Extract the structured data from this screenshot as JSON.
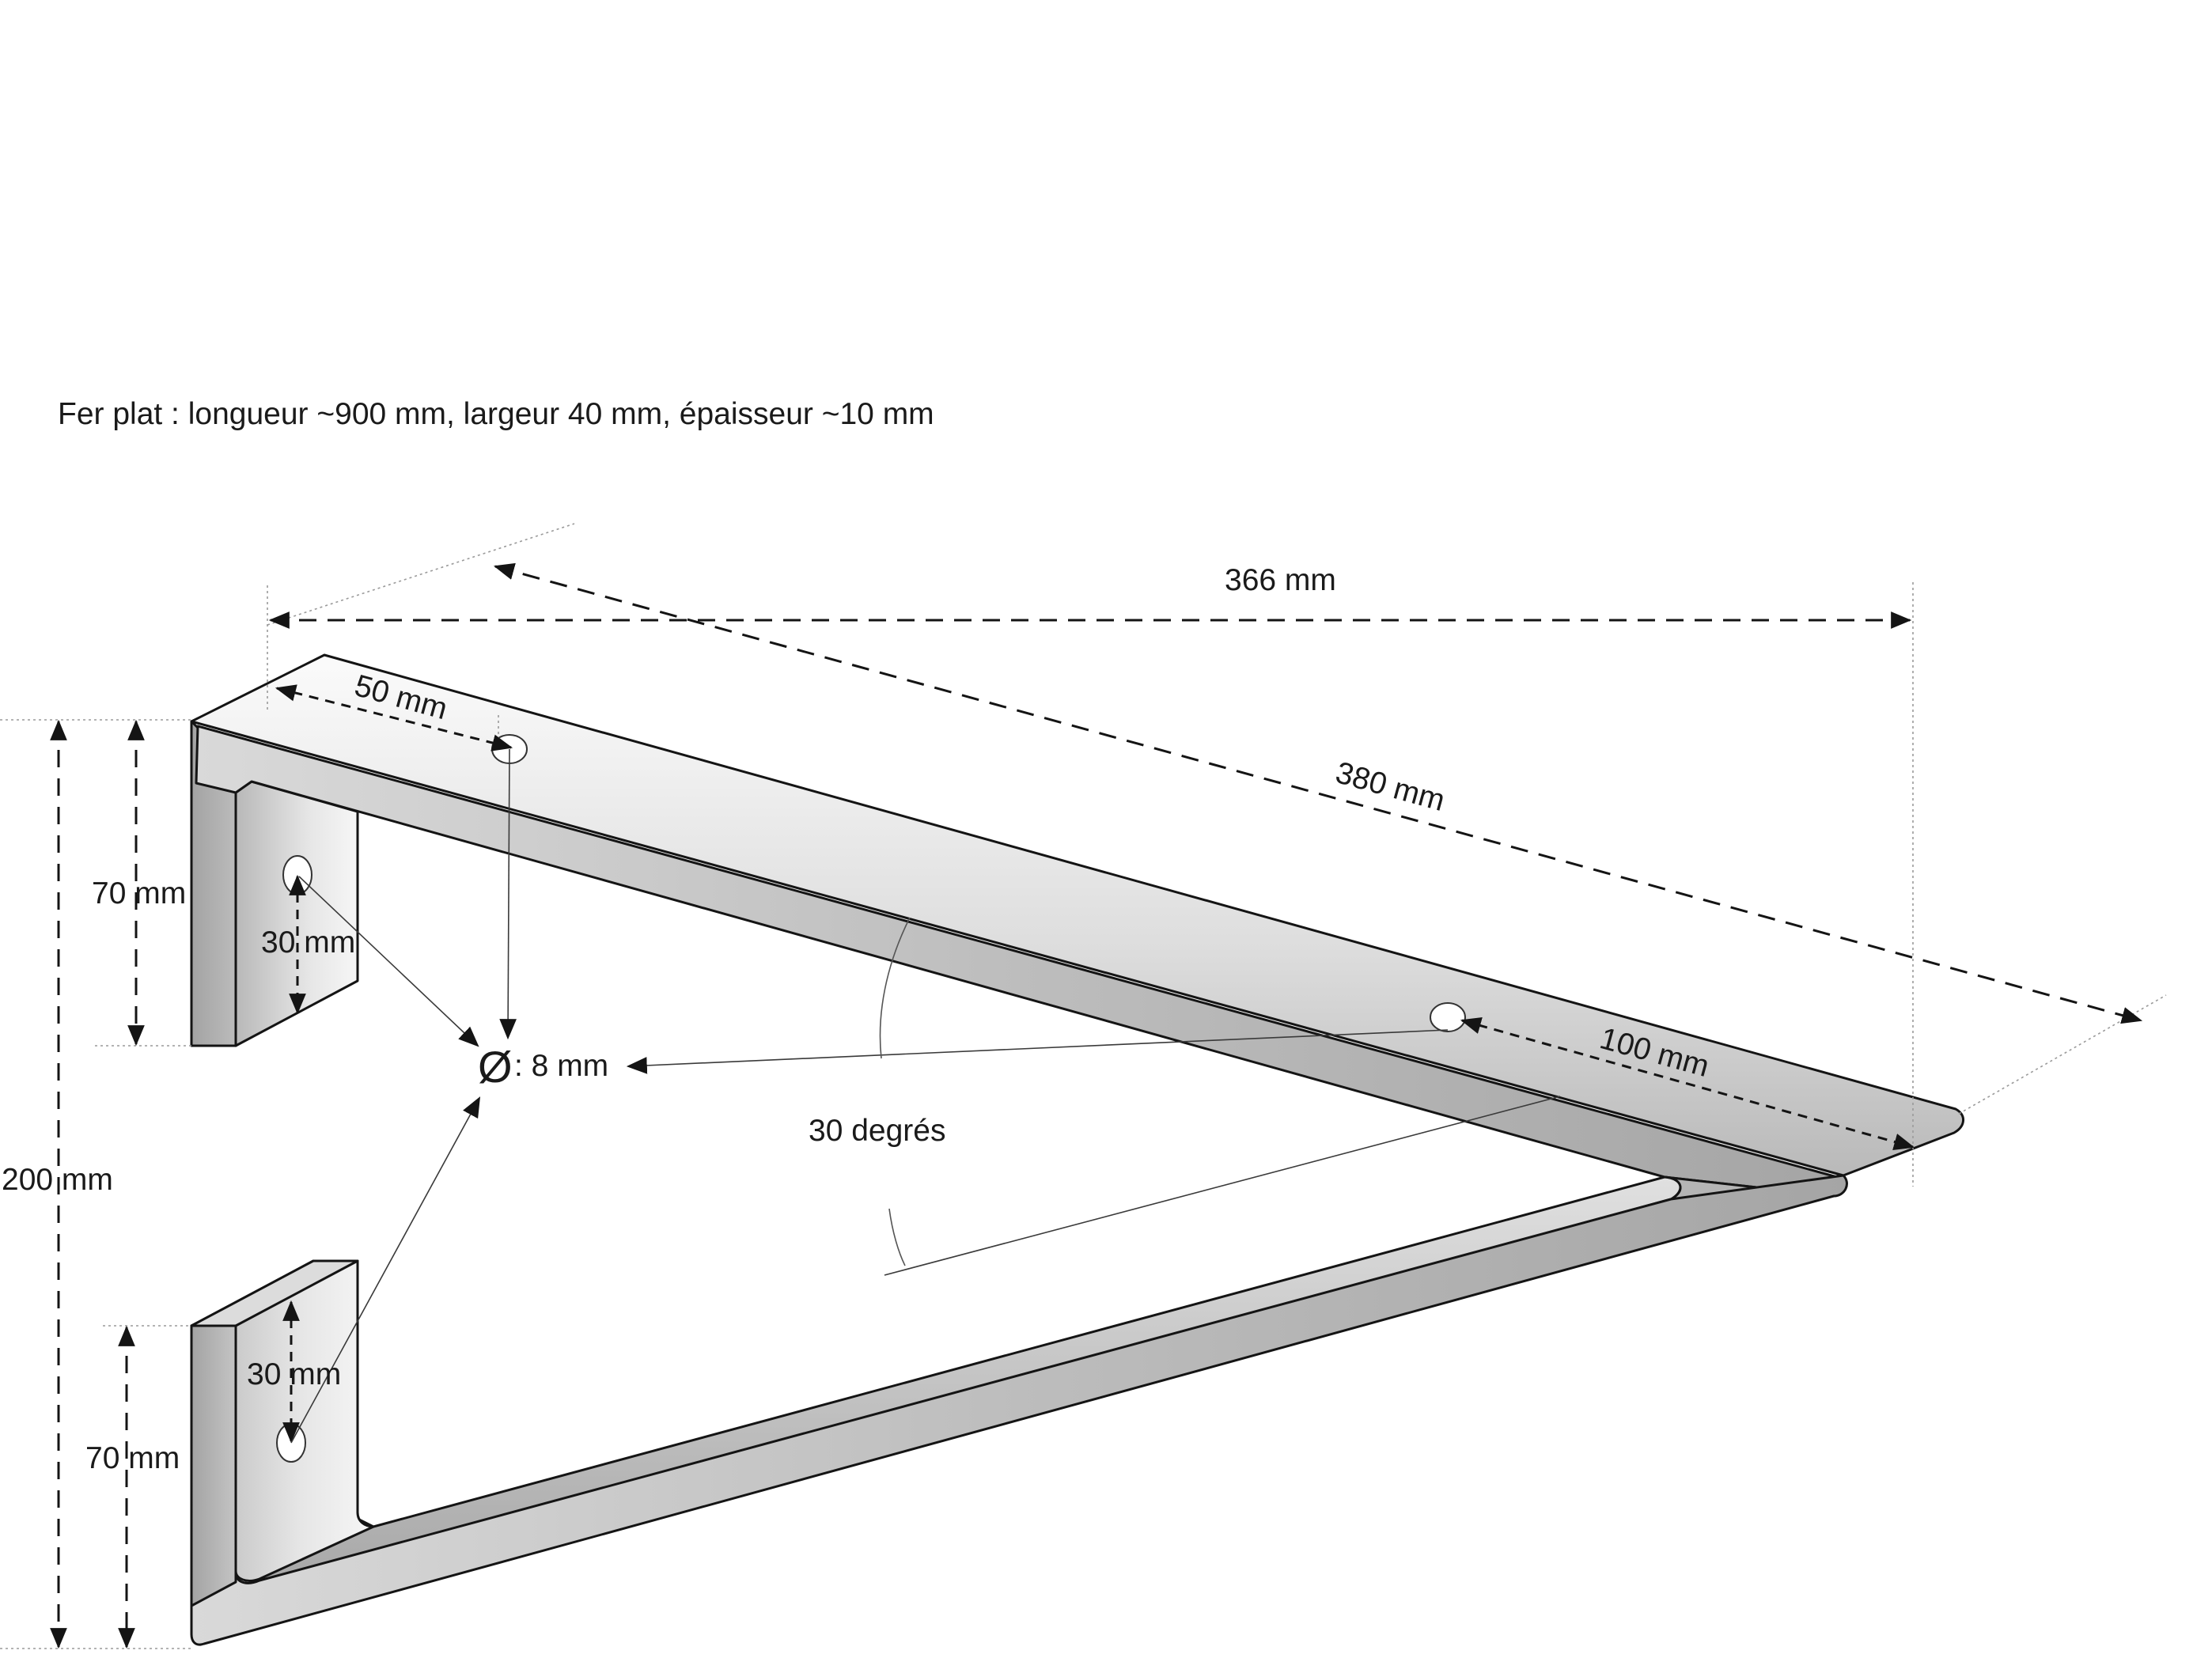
{
  "title": "Fer plat : longueur ~900 mm, largeur 40 mm, épaisseur ~10 mm",
  "dimensions": {
    "width_366": "366 mm",
    "length_380": "380 mm",
    "hole_offset_50": "50 mm",
    "hole_offset_100": "100 mm",
    "height_200": "200 mm",
    "top_70": "70 mm",
    "bottom_70": "70 mm",
    "top_30": "30 mm",
    "bottom_30": "30 mm",
    "angle": "30 degrés"
  },
  "hole": {
    "symbol": "Ø",
    "diameter": ": 8 mm"
  },
  "colors": {
    "metal_light": "#f4f4f4",
    "metal_mid": "#c8c8c8",
    "metal_dark": "#a9a9a9",
    "edge": "#141414"
  }
}
